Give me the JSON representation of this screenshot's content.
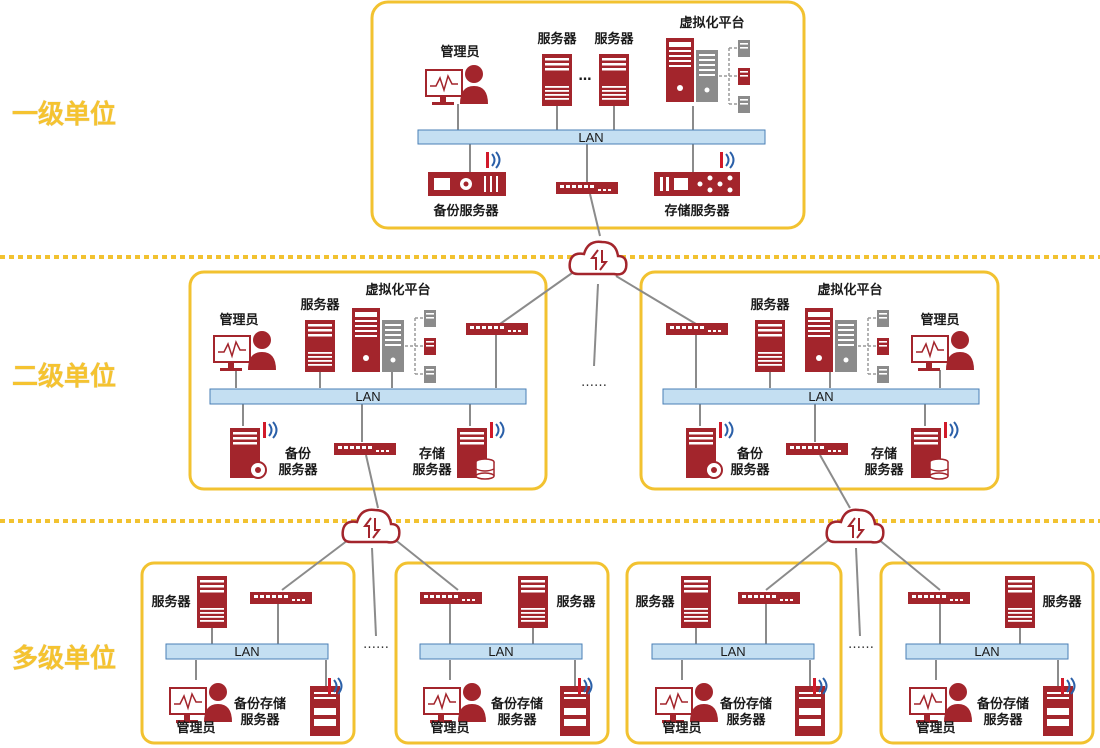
{
  "tiers": {
    "level1": "一级单位",
    "level2": "二级单位",
    "level3": "多级单位"
  },
  "labels": {
    "admin": "管理员",
    "server": "服务器",
    "virt_platform": "虚拟化平台",
    "lan": "LAN",
    "backup_server": "备份服务器",
    "storage_server": "存储服务器",
    "backup": "备份",
    "storage": "存储",
    "backup_storage": "备份存储",
    "ellipsis_small": "…",
    "ellipsis": "……"
  },
  "colors": {
    "dark_red": "#a3252c",
    "frame_yellow": "#f2c230",
    "lan_blue": "#c4dff2",
    "lan_border": "#4a7fb6",
    "wireless_blue": "#2a5fa8",
    "gray_server": "#8b8b8b"
  }
}
